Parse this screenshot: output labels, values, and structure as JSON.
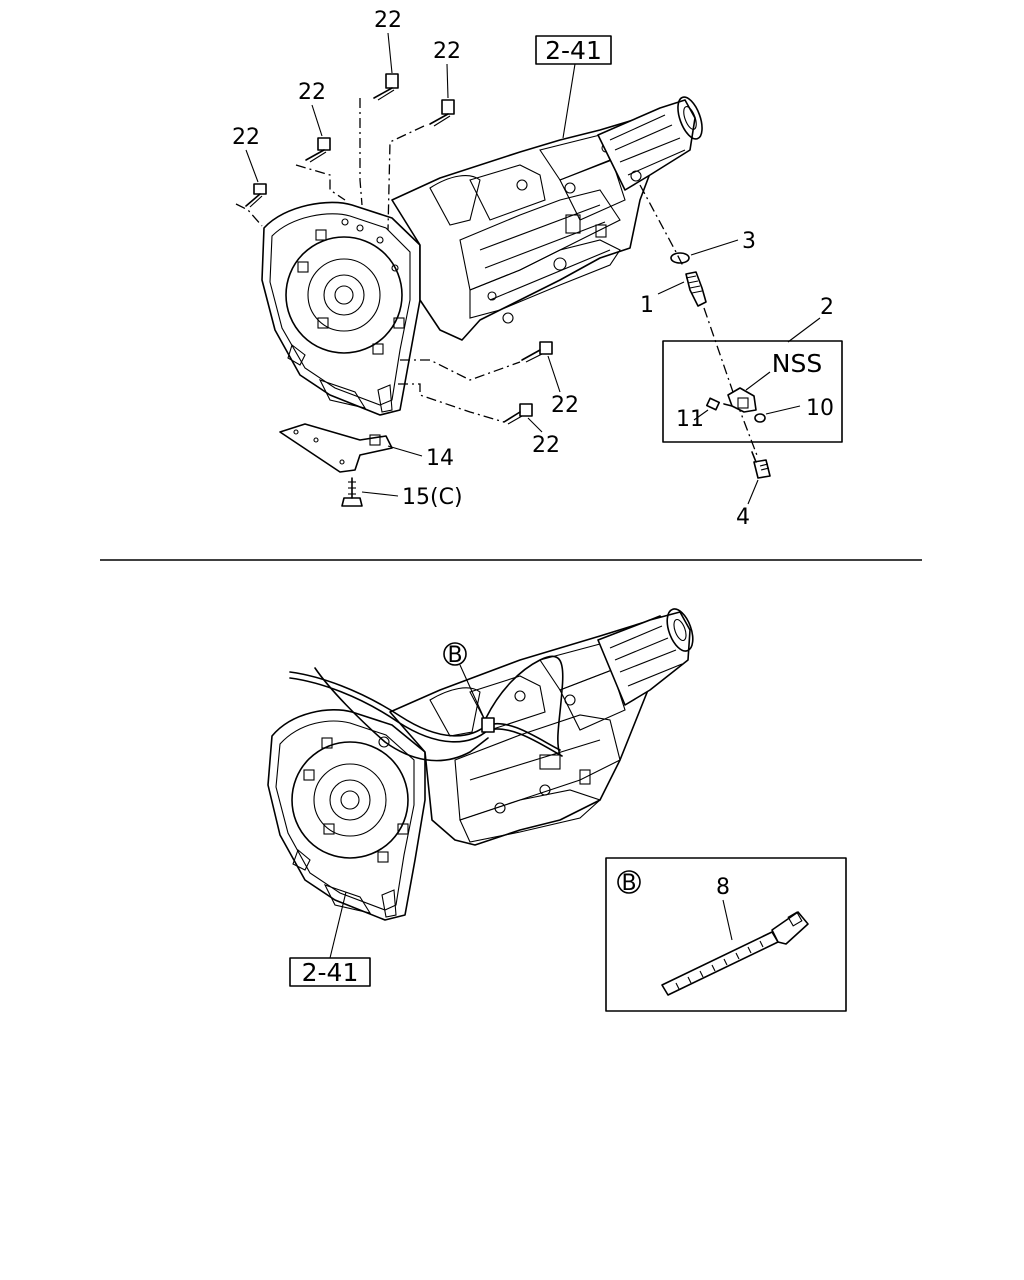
{
  "upper": {
    "ref_box": "2-41",
    "callouts": {
      "bolt_top_a": "22",
      "bolt_top_b": "22",
      "bolt_top_c": "22",
      "bolt_top_d": "22",
      "bolt_lower_a": "22",
      "bolt_lower_b": "22",
      "p1": "1",
      "p2": "2",
      "p3": "3",
      "p4": "4",
      "p10": "10",
      "p11": "11",
      "p14": "14",
      "p15": "15(C)"
    },
    "nss_box_label": "NSS"
  },
  "lower": {
    "ref_box": "2-41",
    "clip_marker": "B",
    "detail": {
      "marker": "B",
      "part_number": "8"
    }
  }
}
